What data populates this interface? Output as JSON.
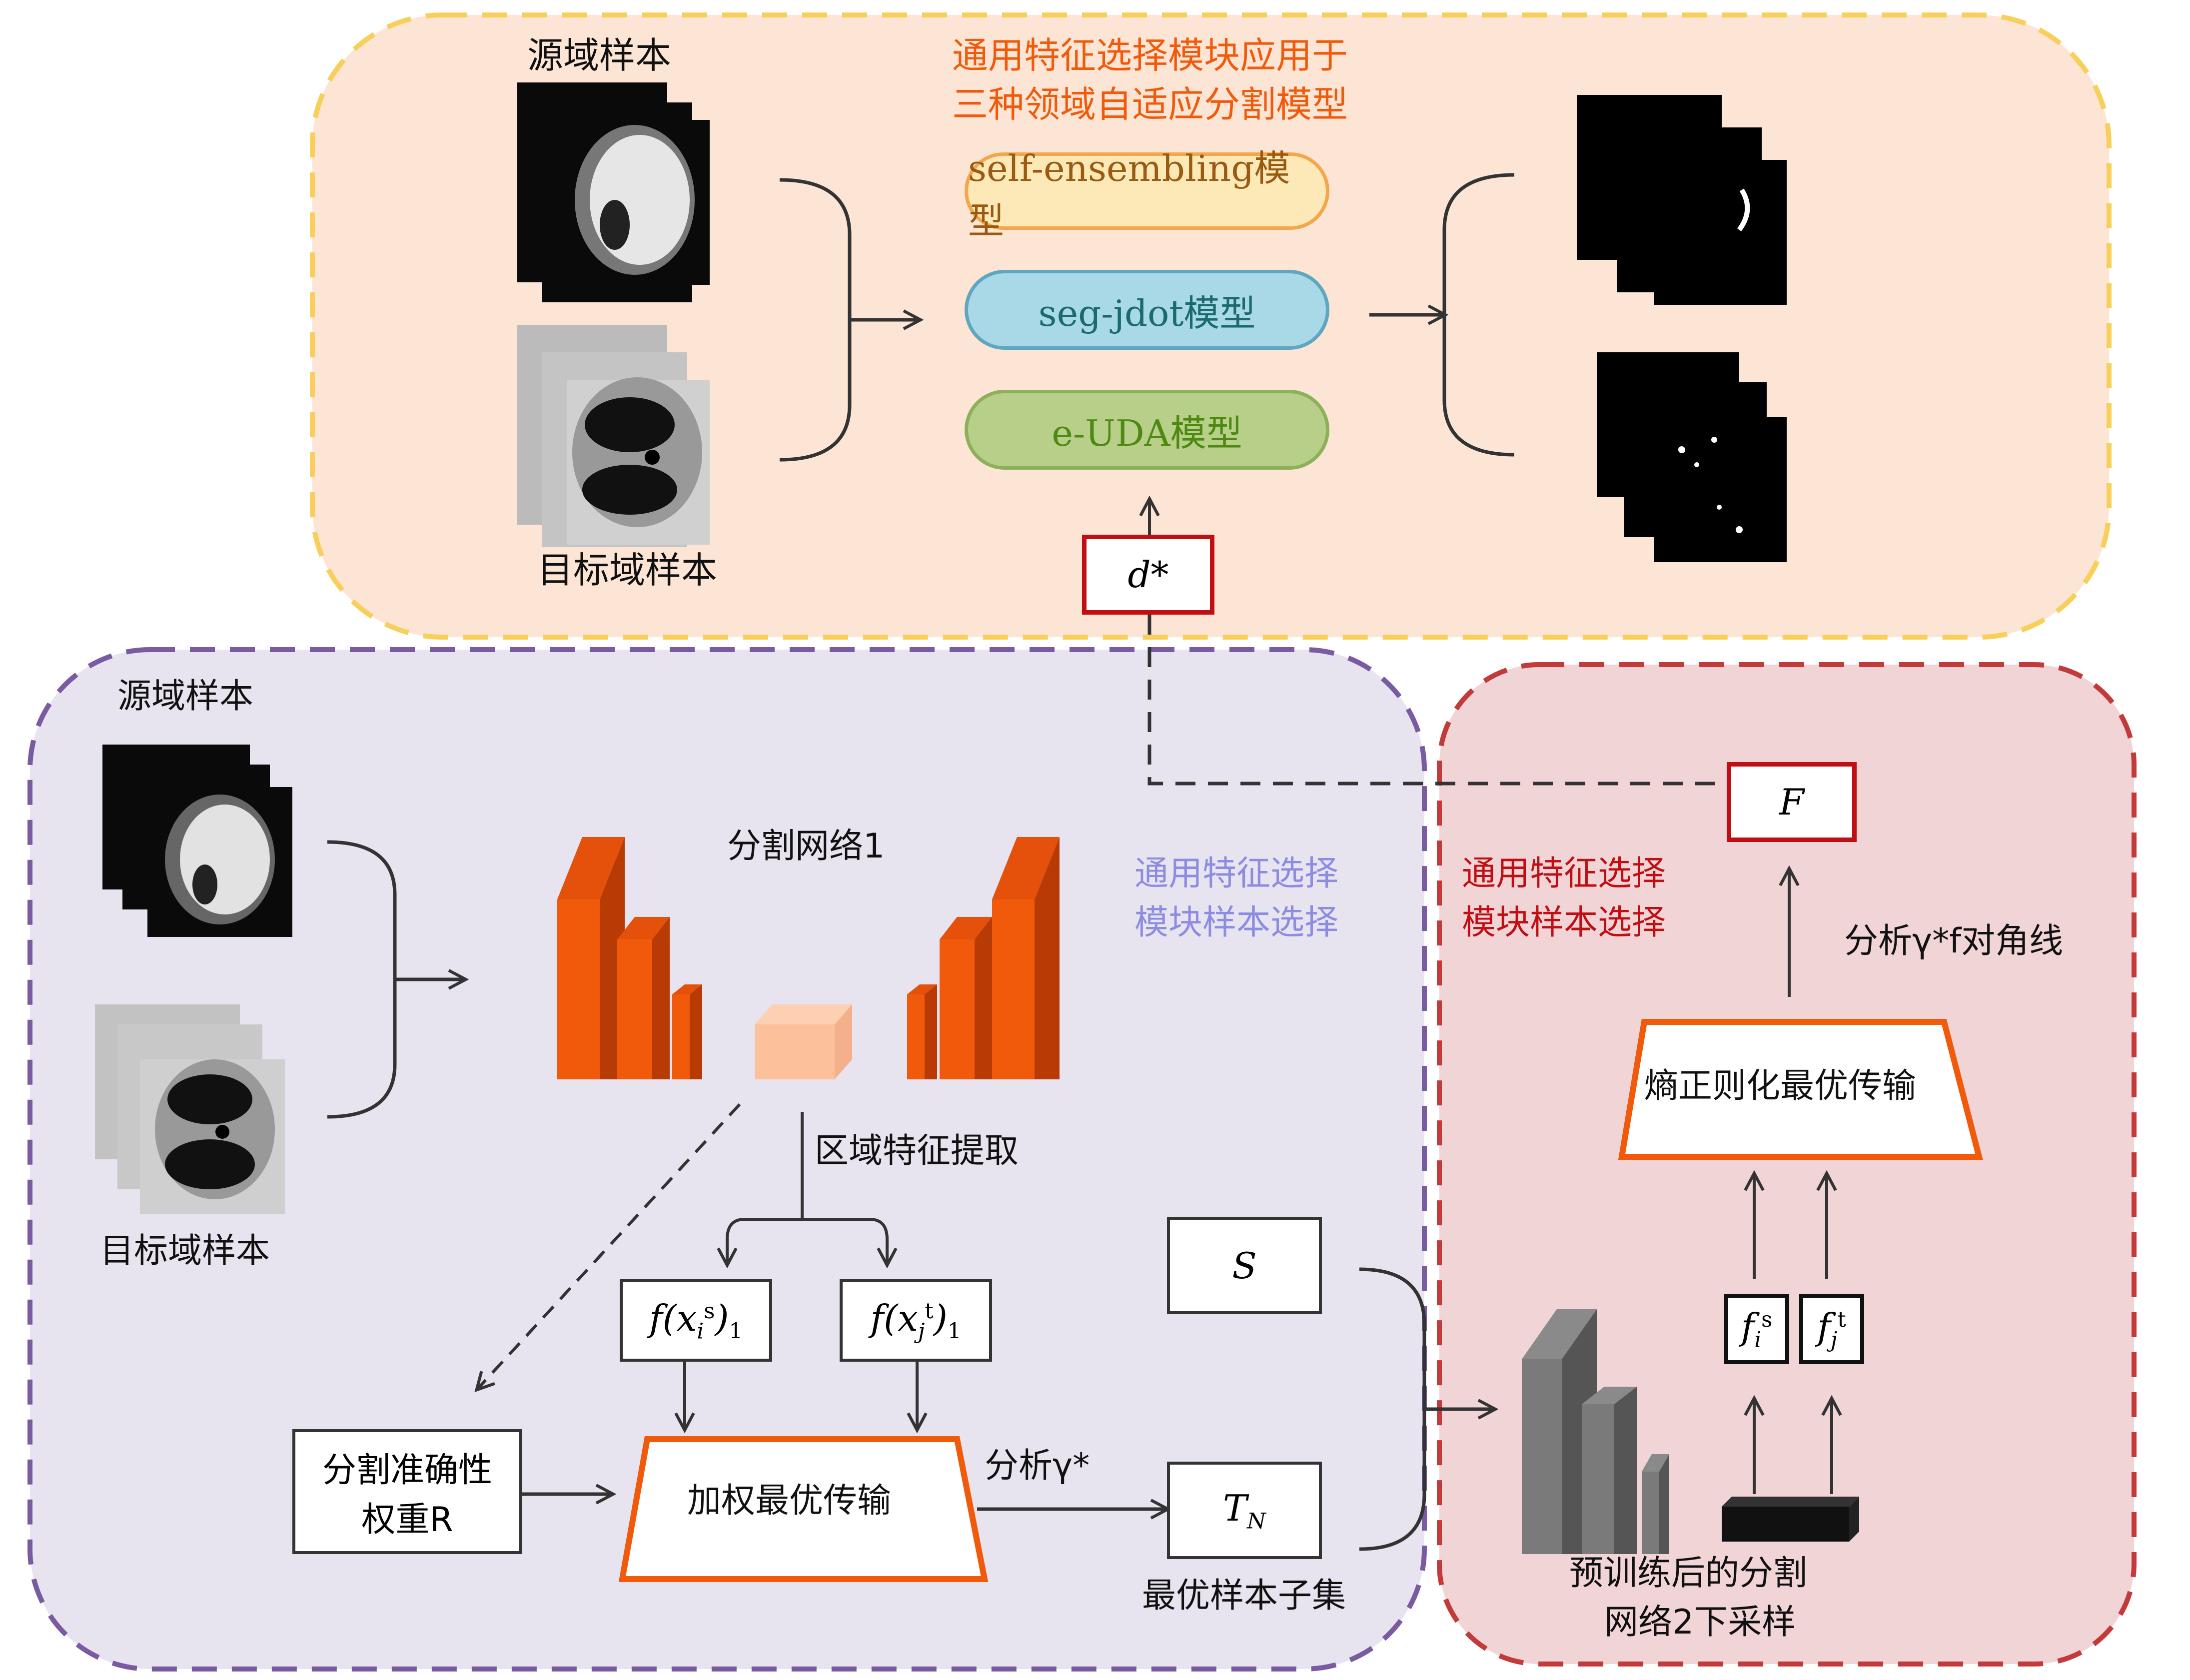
{
  "top_panel": {
    "source_label": "源域样本",
    "target_label": "目标域样本",
    "title_line1": "通用特征选择模块应用于",
    "title_line2": "三种领域自适应分割模型",
    "models": [
      {
        "label": "self-ensembling模型",
        "fill": "#fde9b8",
        "border": "#f4a64a",
        "text_color": "#9a5a10"
      },
      {
        "label": "seg-jdot模型",
        "fill": "#a9d8e6",
        "border": "#5fa6c0",
        "text_color": "#1a6b6b"
      },
      {
        "label": "e-UDA模型",
        "fill": "#b8cf8a",
        "border": "#8fb05a",
        "text_color": "#4e8a12"
      }
    ],
    "d_star_label": "d*",
    "background": "#fde5d6",
    "border_color": "#f7cf5a"
  },
  "left_panel": {
    "source_label": "源域样本",
    "target_label": "目标域样本",
    "network_label": "分割网络1",
    "module_label_line1": "通用特征选择",
    "module_label_line2": "模块样本选择",
    "module_label_color": "#8c8ce0",
    "region_feature_label": "区域特征提取",
    "feature_source": "f(x_i^s)_1",
    "feature_target": "f(x_j^t)_1",
    "weight_box_line1": "分割准确性",
    "weight_box_line2": "权重R",
    "weighted_ot_label": "加权最优传输",
    "analyze_label": "分析γ*",
    "s_label": "S",
    "tn_label": "T_N",
    "subset_label": "最优样本子集",
    "background": "#e8e4ef",
    "border_color": "#7a5aa0"
  },
  "right_panel": {
    "module_label_line1": "通用特征选择",
    "module_label_line2": "模块样本选择",
    "module_label_color": "#c00f14",
    "f_label": "F",
    "analyze_label": "分析γ*f对角线",
    "entropic_ot_label": "熵正则化最优传输",
    "feature_source": "f_i^s",
    "feature_target": "f_j^t",
    "network_label_line1": "预训练后的分割",
    "network_label_line2": "网络2下采样",
    "background": "#f0d4d6",
    "border_color": "#c23a3a"
  },
  "colors": {
    "accent_orange": "#f05a0a",
    "arrow": "#333333"
  }
}
